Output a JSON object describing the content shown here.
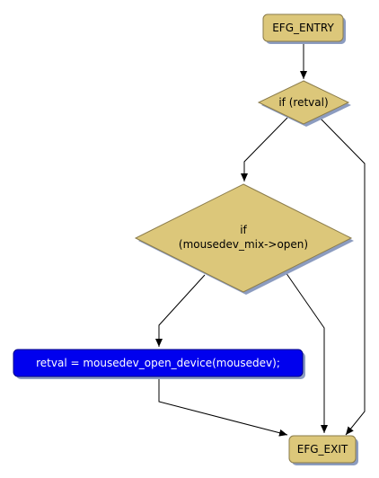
{
  "colors": {
    "box_fill": "#dcc77a",
    "box_stroke": "#8a7b4a",
    "shadow": "#8c9cc0",
    "edge": "#000000",
    "highlight_fill": "#0000ee",
    "highlight_text": "#ffffff"
  },
  "nodes": {
    "entry": "EFG_ENTRY",
    "cond_retval": "if (retval)",
    "cond_open_line1": "if",
    "cond_open_line2": "(mousedev_mix->open)",
    "stmt_open_device": "retval = mousedev_open_device(mousedev);",
    "exit": "EFG_EXIT"
  }
}
